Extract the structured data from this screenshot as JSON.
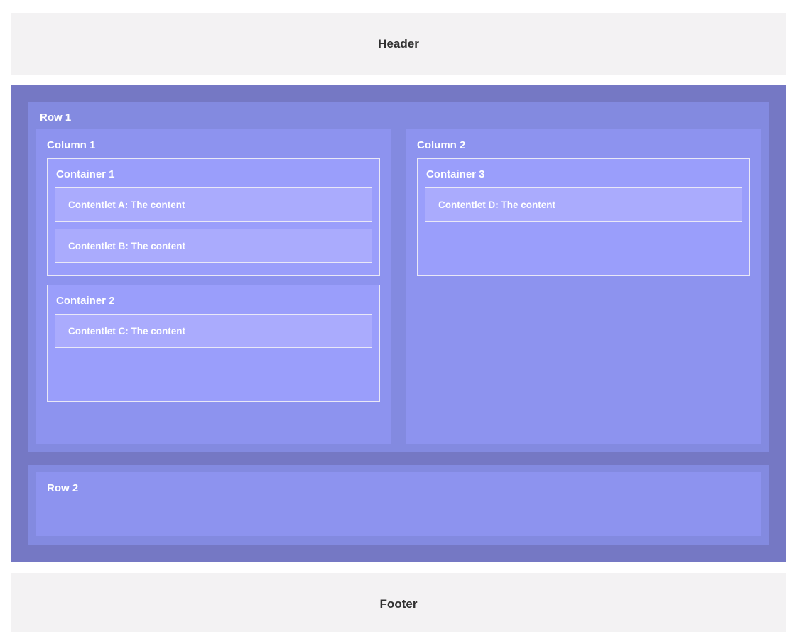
{
  "header": {
    "label": "Header"
  },
  "footer": {
    "label": "Footer"
  },
  "body": {
    "rows": [
      {
        "label": "Row 1",
        "columns": [
          {
            "label": "Column 1",
            "containers": [
              {
                "label": "Container 1",
                "contentlets": [
                  {
                    "label": "Contentlet A: The content"
                  },
                  {
                    "label": "Contentlet B: The content"
                  }
                ]
              },
              {
                "label": "Container 2",
                "contentlets": [
                  {
                    "label": "Contentlet C: The content"
                  }
                ]
              }
            ]
          },
          {
            "label": "Column 2",
            "containers": [
              {
                "label": "Container 3",
                "contentlets": [
                  {
                    "label": "Contentlet D: The content"
                  }
                ]
              }
            ]
          }
        ]
      },
      {
        "label": "Row 2",
        "columns": []
      }
    ]
  },
  "colors": {
    "band_bg": "#f3f2f3",
    "band_text": "#303030",
    "body_bg": "#7578c4",
    "row_bg": "#838ae0",
    "column_bg": "#8d93ef",
    "container_bg": "#9a9efb",
    "contentlet_bg": "#aaabfd",
    "outline": "#e9e8f7",
    "label_text": "#ffffff"
  }
}
